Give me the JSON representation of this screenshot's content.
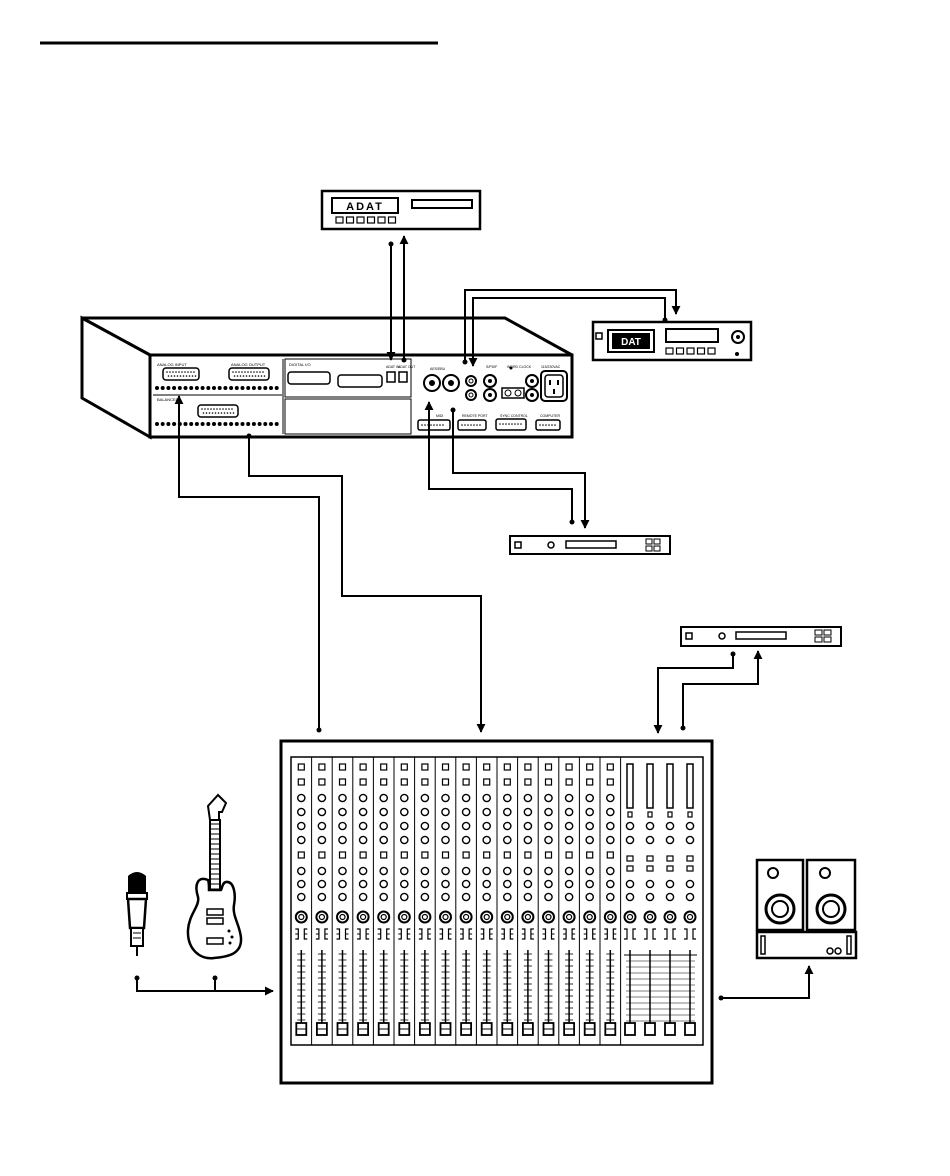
{
  "devices": {
    "adat": {
      "label": "ADAT"
    },
    "dat": {
      "label": "DAT"
    },
    "interface_panel": {
      "labels": {
        "analog_in": "ANALOG INPUT",
        "analog_out": "ANALOG OUTPUT",
        "digital_io": "DIGITAL I/O",
        "balanced": "BALANCED",
        "adat_in": "ADAT IN",
        "adat_out": "ADAT OUT",
        "aes_ebu": "AES/EBU",
        "spdif": "S/PDIF",
        "word_clock": "WORD CLOCK",
        "power": "115/230VAC",
        "midi": "MIDI",
        "remote_port": "REMOTE PORT",
        "computer": "COMPUTER",
        "sync_control": "SYNC CONTROL"
      }
    }
  },
  "colors": {
    "ink": "#000000",
    "paper": "#ffffff"
  },
  "icons": [
    "microphone-icon",
    "electric-guitar-icon",
    "studio-monitor-speakers-icon",
    "power-amplifier-icon"
  ]
}
